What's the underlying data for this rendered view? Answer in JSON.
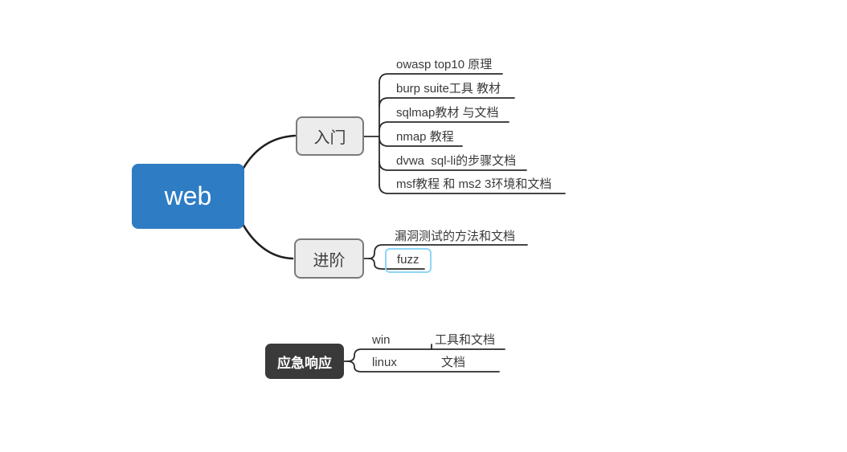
{
  "app": {
    "type": "mindmap-canvas",
    "background": "#ffffff"
  },
  "web_map": {
    "root": {
      "label": "web",
      "fill": "#2d7cc4",
      "text_color": "#ffffff"
    },
    "beginner": {
      "label": "入门",
      "topics": [
        "owasp top10 原理",
        "burp suite工具 教材",
        "sqlmap教材 与文档",
        "nmap 教程",
        "dvwa  sql-li的步骤文档",
        "msf教程 和 ms2 3环境和文档"
      ]
    },
    "advanced": {
      "label": "进阶",
      "topics": [
        "漏洞测试的方法和文档",
        "fuzz"
      ],
      "selected_topic": "fuzz"
    }
  },
  "incident_map": {
    "root": {
      "label": "应急响应",
      "fill": "#3a3a3a",
      "text_color": "#ffffff"
    },
    "rows": [
      {
        "topic": "win",
        "subtopic": "工具和文档"
      },
      {
        "topic": "linux",
        "subtopic": "文档"
      }
    ]
  },
  "colors": {
    "wire": "#2a2a2a",
    "main_curve": "#1f1f1f",
    "branch_fill": "#ececec",
    "branch_border": "#7a7a7a",
    "selection_border": "#8ed5f6",
    "leaf_text": "#3a3a3a"
  }
}
